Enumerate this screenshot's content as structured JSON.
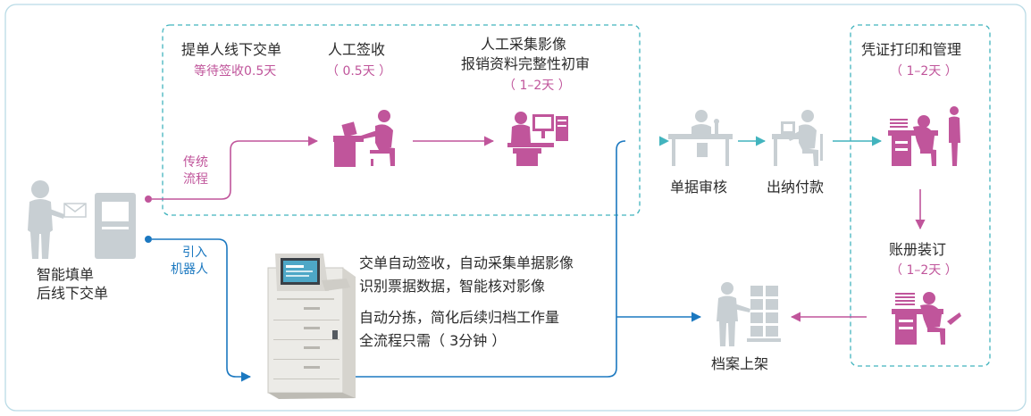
{
  "colors": {
    "pink": "#c0559b",
    "blue": "#1b78c0",
    "teal": "#42b4be",
    "grey": "#c8cfd3",
    "frame": "#b9dbe6"
  },
  "left_actor": {
    "label_line1": "智能填单",
    "label_line2": "后线下交单",
    "icon": "person-with-letter-icon"
  },
  "traditional": {
    "path_label_line1": "传统",
    "path_label_line2": "流程",
    "step1": {
      "title": "提单人线下交单",
      "note": "等待签收0.5天"
    },
    "step2": {
      "title": "人工签收",
      "note": "（ 0.5天 ）",
      "icon": "person-at-desk-icon"
    },
    "step3": {
      "title_line1": "人工采集影像",
      "title_line2": "报销资料完整性初审",
      "note": "（ 1–2天 ）",
      "icon": "person-at-computer-icon"
    }
  },
  "robot": {
    "path_label_line1": "引入",
    "path_label_line2": "机器人",
    "lines": [
      "交单自动签收，自动采集单据影像",
      "识别票据数据，智能核对影像",
      "自动分拣，简化后续归档工作量",
      "全流程只需（ 3分钟 ）"
    ],
    "icon": "robot-kiosk-icon"
  },
  "shared": {
    "review": {
      "title": "单据审核",
      "icon": "reviewer-icon"
    },
    "payment": {
      "title": "出纳付款",
      "icon": "cashier-icon"
    },
    "archive": {
      "title": "档案上架",
      "icon": "archive-shelf-icon"
    }
  },
  "manual_tail": {
    "voucher": {
      "title": "凭证打印和管理",
      "note": "（ 1–2天 ）",
      "icon": "printing-worker-icon"
    },
    "binding": {
      "title": "账册装订",
      "note": "（ 1–2天 ）",
      "icon": "binding-worker-icon"
    }
  }
}
